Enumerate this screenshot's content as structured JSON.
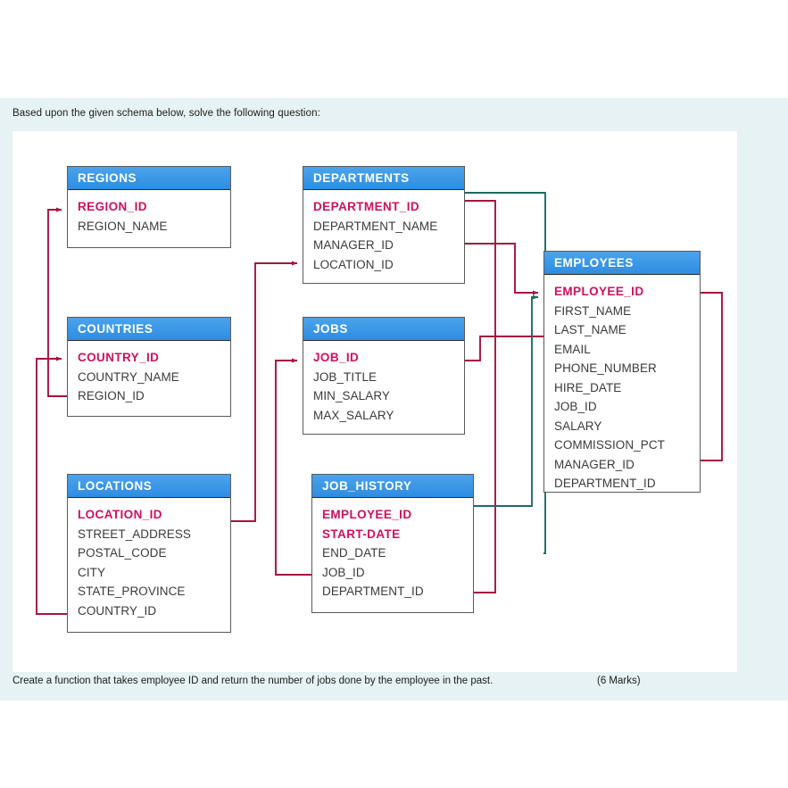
{
  "prompt": "Based upon the given schema below, solve the following question:",
  "footer": {
    "question": "Create a function that takes employee ID and return the number of jobs done by the employee in the past.",
    "marks": "(6 Marks)"
  },
  "colors": {
    "header_blue": "#2f8ce1",
    "key_pink": "#cf1060",
    "crimson_link": "#a5133f",
    "teal_link": "#1d6b63",
    "page_band": "#e6f2f3",
    "canvas": "#ffffff",
    "field_text": "#3a3a3a",
    "border": "#5a5a5a"
  },
  "schema": {
    "tables": [
      {
        "name": "REGIONS",
        "fields": [
          {
            "label": "REGION_ID",
            "key": true
          },
          {
            "label": "REGION_NAME",
            "key": false
          }
        ]
      },
      {
        "name": "DEPARTMENTS",
        "fields": [
          {
            "label": "DEPARTMENT_ID",
            "key": true
          },
          {
            "label": "DEPARTMENT_NAME",
            "key": false
          },
          {
            "label": "MANAGER_ID",
            "key": false
          },
          {
            "label": "LOCATION_ID",
            "key": false
          }
        ]
      },
      {
        "name": "EMPLOYEES",
        "fields": [
          {
            "label": "EMPLOYEE_ID",
            "key": true
          },
          {
            "label": "FIRST_NAME",
            "key": false
          },
          {
            "label": "LAST_NAME",
            "key": false
          },
          {
            "label": "EMAIL",
            "key": false
          },
          {
            "label": "PHONE_NUMBER",
            "key": false
          },
          {
            "label": "HIRE_DATE",
            "key": false
          },
          {
            "label": "JOB_ID",
            "key": false
          },
          {
            "label": "SALARY",
            "key": false
          },
          {
            "label": "COMMISSION_PCT",
            "key": false
          },
          {
            "label": "MANAGER_ID",
            "key": false
          },
          {
            "label": "DEPARTMENT_ID",
            "key": false
          }
        ]
      },
      {
        "name": "COUNTRIES",
        "fields": [
          {
            "label": "COUNTRY_ID",
            "key": true
          },
          {
            "label": "COUNTRY_NAME",
            "key": false
          },
          {
            "label": "REGION_ID",
            "key": false
          }
        ]
      },
      {
        "name": "JOBS",
        "fields": [
          {
            "label": "JOB_ID",
            "key": true
          },
          {
            "label": "JOB_TITLE",
            "key": false
          },
          {
            "label": "MIN_SALARY",
            "key": false
          },
          {
            "label": "MAX_SALARY",
            "key": false
          }
        ]
      },
      {
        "name": "LOCATIONS",
        "fields": [
          {
            "label": "LOCATION_ID",
            "key": true
          },
          {
            "label": "STREET_ADDRESS",
            "key": false
          },
          {
            "label": "POSTAL_CODE",
            "key": false
          },
          {
            "label": "CITY",
            "key": false
          },
          {
            "label": "STATE_PROVINCE",
            "key": false
          },
          {
            "label": "COUNTRY_ID",
            "key": false
          }
        ]
      },
      {
        "name": "JOB_HISTORY",
        "fields": [
          {
            "label": "EMPLOYEE_ID",
            "key": true
          },
          {
            "label": "START-DATE",
            "key": true
          },
          {
            "label": "END_DATE",
            "key": false
          },
          {
            "label": "JOB_ID",
            "key": false
          },
          {
            "label": "DEPARTMENT_ID",
            "key": false
          }
        ]
      }
    ],
    "relationships": [
      {
        "from": "COUNTRIES.REGION_ID",
        "to": "REGIONS.REGION_ID",
        "color": "crimson"
      },
      {
        "from": "LOCATIONS.COUNTRY_ID",
        "to": "COUNTRIES.COUNTRY_ID",
        "color": "crimson"
      },
      {
        "from": "LOCATIONS.LOCATION_ID",
        "to": "DEPARTMENTS.LOCATION_ID",
        "color": "crimson"
      },
      {
        "from": "JOB_HISTORY.JOB_ID",
        "to": "JOBS.JOB_ID",
        "color": "crimson"
      },
      {
        "from": "EMPLOYEES.JOB_ID",
        "to": "JOBS.JOB_ID",
        "color": "crimson"
      },
      {
        "from": "DEPARTMENTS.MANAGER_ID",
        "to": "EMPLOYEES.EMPLOYEE_ID",
        "color": "crimson"
      },
      {
        "from": "EMPLOYEES.MANAGER_ID",
        "to": "EMPLOYEES.EMPLOYEE_ID",
        "color": "crimson"
      },
      {
        "from": "JOB_HISTORY.DEPARTMENT_ID",
        "to": "DEPARTMENTS.DEPARTMENT_ID",
        "color": "crimson"
      },
      {
        "from": "EMPLOYEES.DEPARTMENT_ID",
        "to": "DEPARTMENTS.DEPARTMENT_ID",
        "color": "teal"
      },
      {
        "from": "JOB_HISTORY.EMPLOYEE_ID",
        "to": "EMPLOYEES.EMPLOYEE_ID",
        "color": "teal"
      }
    ]
  }
}
